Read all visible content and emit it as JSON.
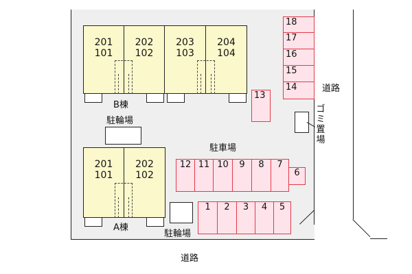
{
  "building_b": {
    "label": "B棟",
    "units": [
      {
        "upper": "201",
        "lower": "101"
      },
      {
        "upper": "202",
        "lower": "102"
      },
      {
        "upper": "203",
        "lower": "103"
      },
      {
        "upper": "204",
        "lower": "104"
      }
    ]
  },
  "building_a": {
    "label": "A棟",
    "units": [
      {
        "upper": "201",
        "lower": "101"
      },
      {
        "upper": "202",
        "lower": "102"
      }
    ]
  },
  "labels": {
    "bicycle_parking_top": "駐輪場",
    "bicycle_parking_bottom": "駐輪場",
    "parking_lot": "駐車場",
    "garbage_area": "ゴミ置場",
    "road_right": "道路",
    "road_bottom": "道路"
  },
  "parking": {
    "row_middle": [
      "12",
      "11",
      "10",
      "9",
      "8",
      "7"
    ],
    "spot_6": "6",
    "row_bottom": [
      "1",
      "2",
      "3",
      "4",
      "5"
    ],
    "column_right": [
      "18",
      "17",
      "16",
      "15",
      "14"
    ],
    "spot_13": "13"
  },
  "colors": {
    "unit_fill": "#fbf8cc",
    "parking_fill": "#ffe3ea",
    "parking_border": "#e03a48",
    "site_fill": "#efefef"
  }
}
